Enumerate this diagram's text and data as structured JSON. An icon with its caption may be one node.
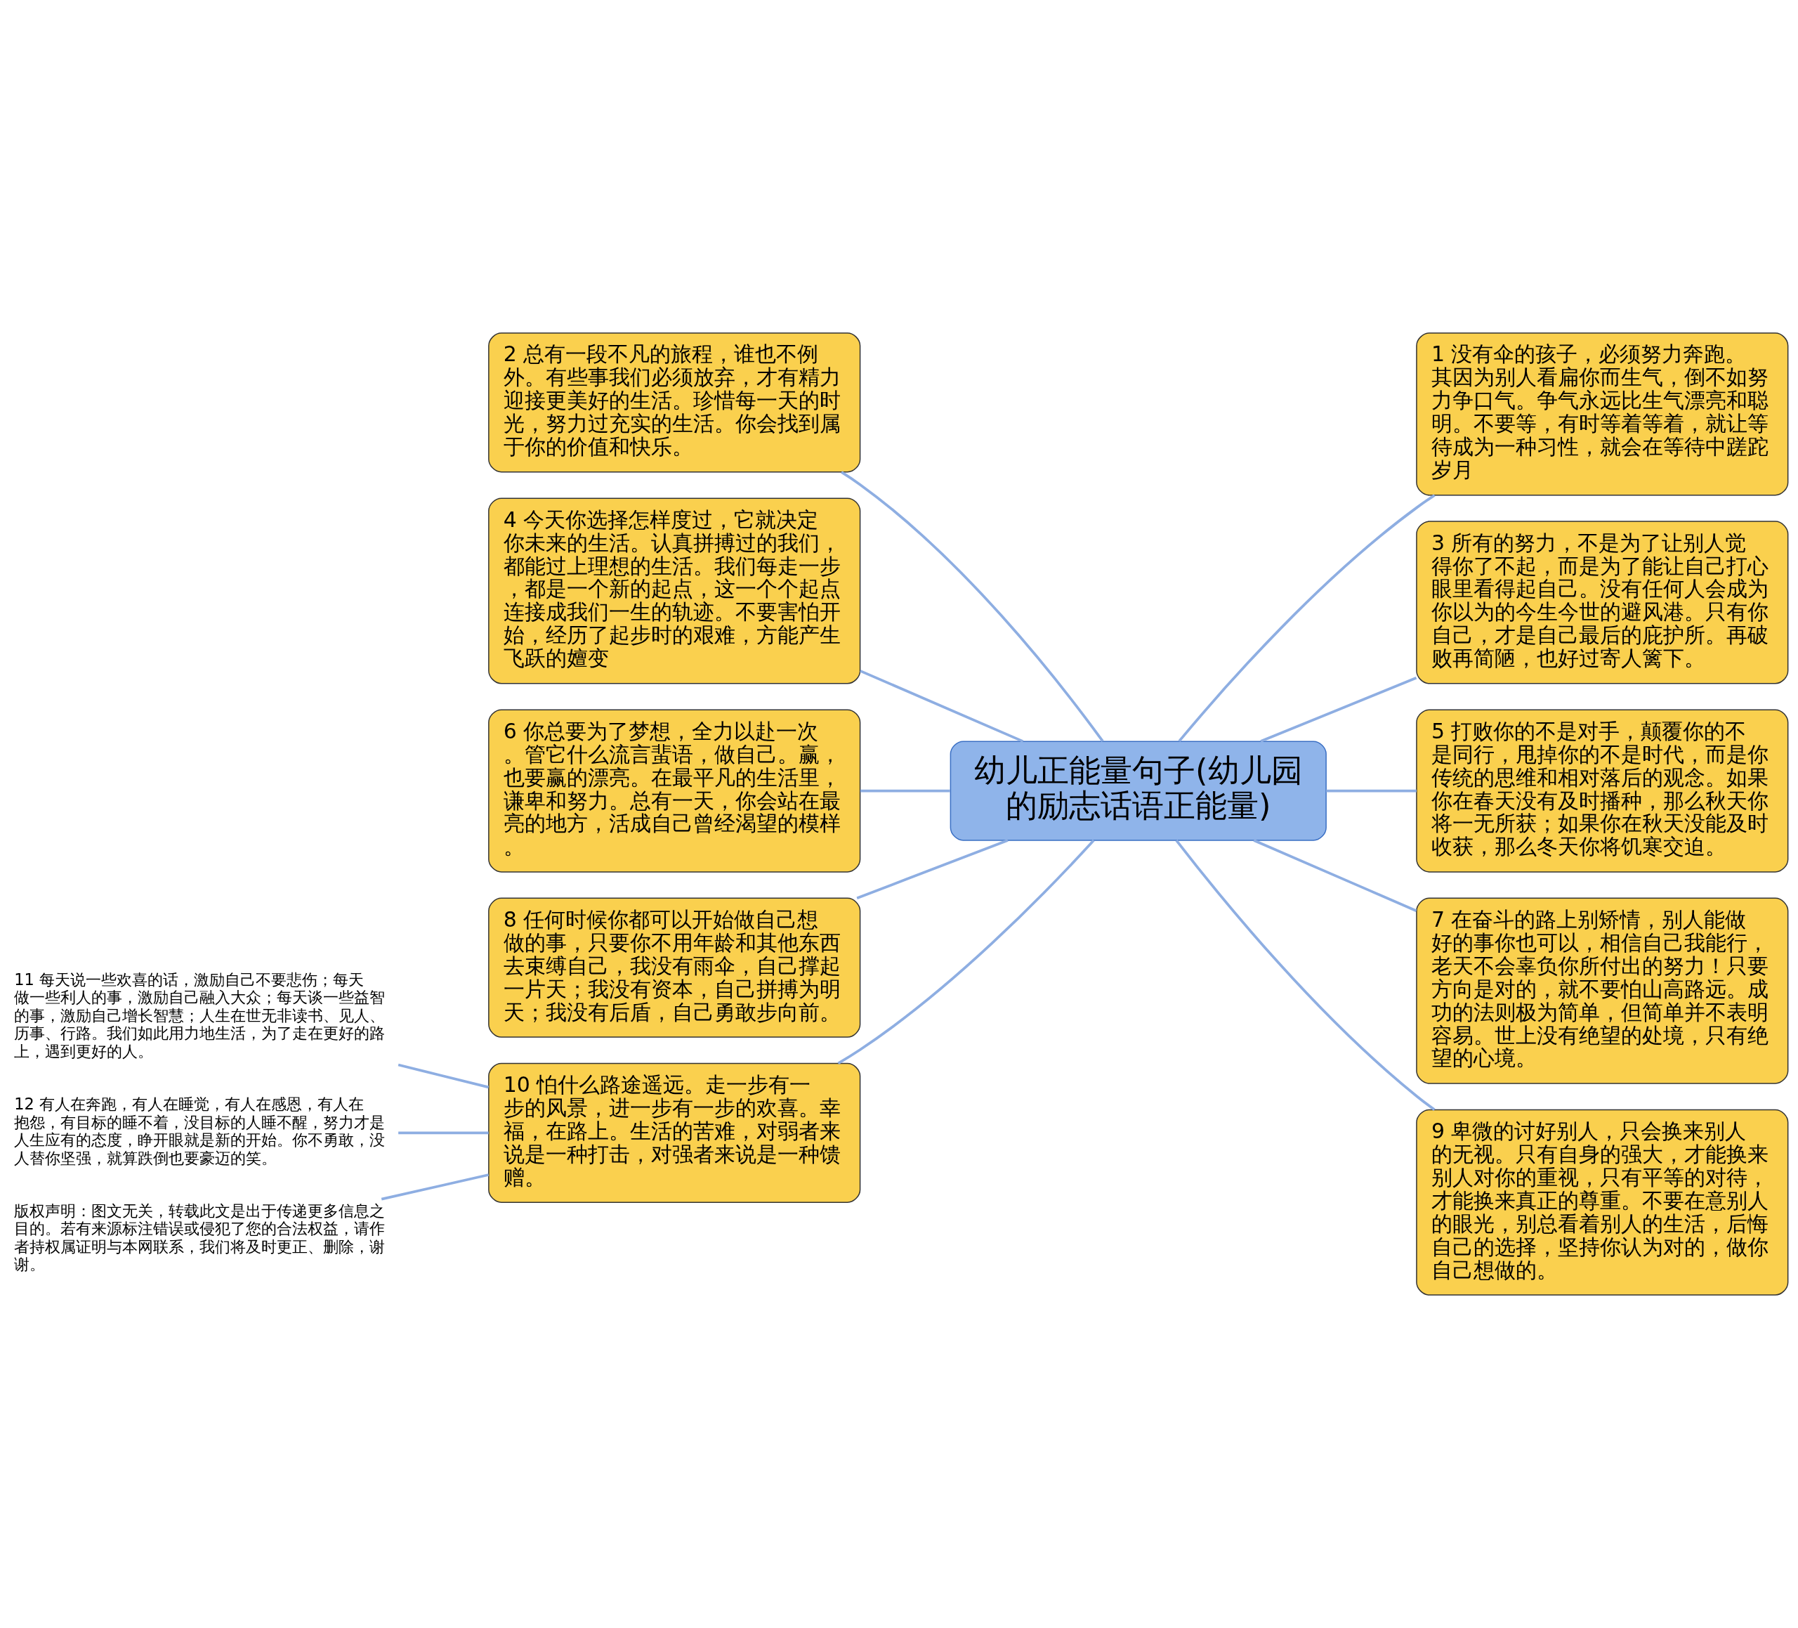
{
  "diagram": {
    "nodes": [
      {
        "text": [
          "幼儿正能量句子(幼儿园的励志话语正能量)"
        ]
      },
      {
        "text": [
          "1 没有伞的孩子，必须努力奔跑。其因为别人看扁你而生气，倒不如努力争口气。争气永远比生气漂亮和聪明。不要等，有时等着等着，就让等待成为一种习性，就会在等待中蹉跎岁月"
        ]
      },
      {
        "text": [
          "2 总有一段不凡的旅程，谁也不例外。有些事我们必须放弃，才有精力迎接更美好的生活。珍惜每一天的时光，努力过充实的生活。你会找到属于你的价值和快乐。"
        ]
      },
      {
        "text": [
          "3 所有的努力，不是为了让别人觉得你了不起，而是为了能让自己打心眼里看得起自己。没有任何人会成为你以为的今生今世的避风港。只有你自己，才是自己最后的庇护所。再破败再简陋，也好过寄人篱下。"
        ]
      },
      {
        "text": [
          "4 今天你选择怎样度过，它就决定你未来的生活。认真拼搏过的我们，都能过上理想的生活。我们每走一步，都是一个新的起点，这一个个起点连接成我们一生的轨迹。不要害怕开始，经历了起步时的艰难，方能产生飞跃的嬗变"
        ]
      },
      {
        "text": [
          "5 打败你的不是对手，颠覆你的不是同行，甩掉你的不是时代，而是你传统的思维和相对落后的观念。如果你在春天没有及时播种，那么秋天你将一无所获；如果你在秋天没能及时收获，那么冬天你将饥寒交迫。"
        ]
      },
      {
        "text": [
          "6 你总要为了梦想，全力以赴一次。管它什么流言蜚语，做自己。赢，也要赢的漂亮。在最平凡的生活里，谦卑和努力。总有一天，你会站在最亮的地方，活成自己曾经渴望的模样。"
        ]
      },
      {
        "text": [
          "7 在奋斗的路上别矫情，别人能做好的事你也可以，相信自己我能行，老天不会辜负你所付出的努力！只要方向是对的，就不要怕山高路远。成功的法则极为简单，但简单并不表明容易。世上没有绝望的处境，只有绝望的心境。"
        ]
      },
      {
        "text": [
          "8 任何时候你都可以开始做自己想做的事，只要你不用年龄和其他东西去束缚自己，我没有雨伞，自己撑起一片天；我没有资本，自己拼搏为明天；我没有后盾，自己勇敢步向前。"
        ]
      },
      {
        "text": [
          "9 卑微的讨好别人，只会换来别人的无视。只有自身的强大，才能换来别人对你的重视，只有平等的对待，才能换来真正的尊重。不要在意别人的眼光，别总看着别人的生活，后悔自己的选择，坚持你认为对的，做你自己想做的。"
        ]
      },
      {
        "text": [
          "10 怕什么路途遥远。走一步有一步的风景，进一步有一步的欢喜。幸福，在路上。生活的苦难，对弱者来说是一种打击，对强者来说是一种馈赠。"
        ]
      },
      {
        "text": [
          "11 每天说一些欢喜的话，激励自己不要悲伤；每天做一些利人的事，激励自己融入大众；每天谈一些益智的事，激励自己增长智慧；人生在世无非读书、见人、历事、行路。我们如此用力地生活，为了走在更好的路上，遇到更好的人。"
        ]
      },
      {
        "text": [
          "12 有人在奔跑，有人在睡觉，有人在感恩，有人在抱怨，有目标的睡不着，没目标的人睡不醒，努力才是人生应有的态度，睁开眼就是新的开始。你不勇敢，没人替你坚强，就算跌倒也要豪迈的笑。"
        ]
      },
      {
        "text": [
          "版权声明：图文无关，转载此文是出于传递更多信息之目的。若有来源标注错误或侵犯了您的合法权益，请作者持权属证明与本网联系，我们将及时更正、删除，谢谢。"
        ]
      }
    ],
    "edges": [
      {
        "from": 0,
        "to": 1,
        "arrow": "none"
      },
      {
        "from": 0,
        "to": 2,
        "arrow": "none"
      },
      {
        "from": 0,
        "to": 3,
        "arrow": "none"
      },
      {
        "from": 0,
        "to": 4,
        "arrow": "none"
      },
      {
        "from": 0,
        "to": 5,
        "arrow": "none"
      },
      {
        "from": 0,
        "to": 6,
        "arrow": "none"
      },
      {
        "from": 0,
        "to": 7,
        "arrow": "none"
      },
      {
        "from": 0,
        "to": 8,
        "arrow": "none"
      },
      {
        "from": 0,
        "to": 9,
        "arrow": "none"
      },
      {
        "from": 0,
        "to": 10,
        "arrow": "none"
      },
      {
        "from": 10,
        "to": 11,
        "arrow": "none"
      },
      {
        "from": 10,
        "to": 12,
        "arrow": "none"
      },
      {
        "from": 10,
        "to": 13,
        "arrow": "none"
      }
    ]
  }
}
